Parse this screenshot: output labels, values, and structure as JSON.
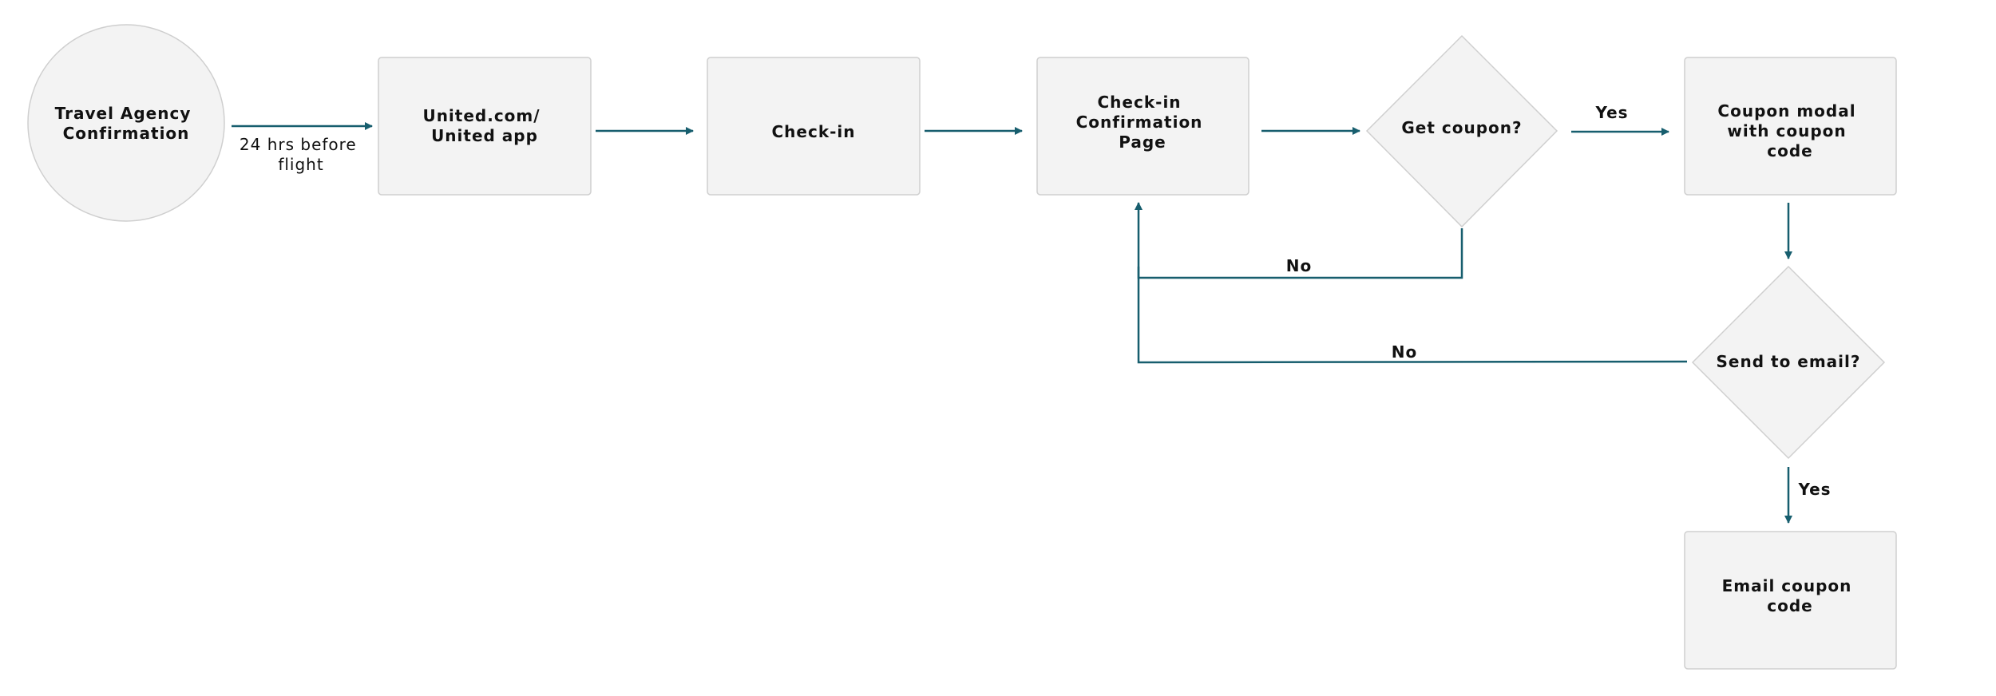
{
  "nodes": {
    "travel_agency": [
      "Travel Agency",
      "Confirmation"
    ],
    "united_app": [
      "United.com/",
      "United app"
    ],
    "checkin": [
      "Check-in"
    ],
    "confirmation_page": [
      "Check-in",
      "Confirmation",
      "Page"
    ],
    "get_coupon": [
      "Get coupon?"
    ],
    "coupon_modal": [
      "Coupon modal",
      "with coupon",
      "code"
    ],
    "send_email": [
      "Send to email?"
    ],
    "email_coupon": [
      "Email coupon",
      "code"
    ]
  },
  "edges": {
    "trigger_label": [
      "24 hrs before",
      "flight"
    ],
    "get_coupon_yes": "Yes",
    "get_coupon_no": "No",
    "send_email_no": "No",
    "send_email_yes": "Yes"
  },
  "colors": {
    "node_fill": "#f3f3f3",
    "node_stroke": "#cfcfcf",
    "edge": "#175e6e",
    "text": "#111111"
  }
}
